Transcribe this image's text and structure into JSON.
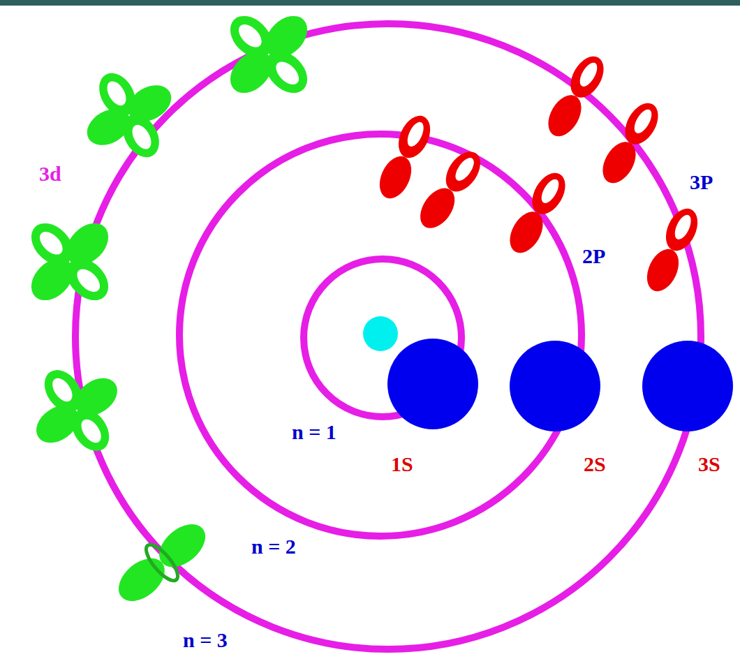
{
  "diagram": {
    "labels": [
      "3d",
      "3P",
      "2P",
      "n = 1",
      "1S",
      "2S",
      "3S",
      "n = 2",
      "n = 3"
    ]
  }
}
